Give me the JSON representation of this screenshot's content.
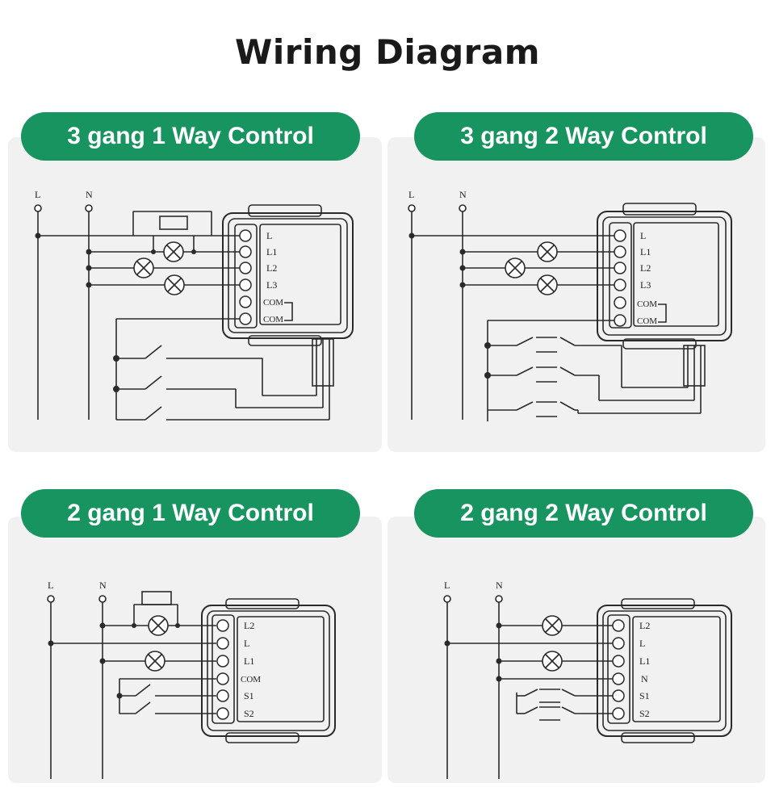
{
  "title": "Wiring Diagram",
  "panels": [
    {
      "heading": "3 gang 1 Way Control",
      "line_label": "L",
      "neutral_label": "N",
      "terminals": [
        "L",
        "L1",
        "L2",
        "L3",
        "COM",
        "COM"
      ]
    },
    {
      "heading": "3 gang 2 Way Control",
      "line_label": "L",
      "neutral_label": "N",
      "terminals": [
        "L",
        "L1",
        "L2",
        "L3",
        "COM",
        "COM"
      ]
    },
    {
      "heading": "2 gang 1 Way Control",
      "line_label": "L",
      "neutral_label": "N",
      "terminals": [
        "L2",
        "L",
        "L1",
        "COM",
        "S1",
        "S2"
      ]
    },
    {
      "heading": "2 gang 2 Way Control",
      "line_label": "L",
      "neutral_label": "N",
      "terminals": [
        "L2",
        "L",
        "L1",
        "N",
        "S1",
        "S2"
      ]
    }
  ],
  "colors": {
    "accent": "#17945f",
    "panel_bg": "#f1f1f1",
    "line": "#2a2a2a"
  }
}
